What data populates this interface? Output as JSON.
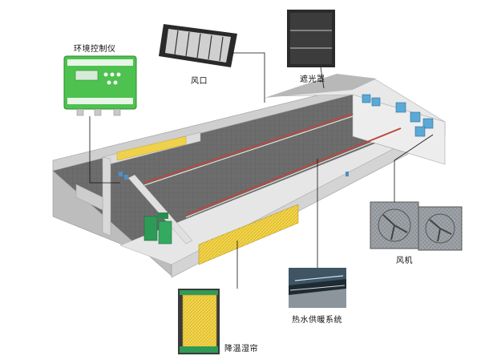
{
  "diagram": {
    "labels": {
      "controller": "环境控制仪",
      "vent": "风口",
      "shade": "遮光罩",
      "fan": "风机",
      "heating": "热水供暖系统",
      "cooling_pad": "降温湿帘"
    },
    "colors": {
      "floor": "#6f6f6f",
      "wall": "#c9c9c9",
      "roof_wall": "#e4e4e4",
      "pad_yellow": "#f2d44a",
      "controller_green": "#48c24a",
      "pipe_red": "#b5483d",
      "fan_blue": "#5aa9d6"
    }
  }
}
